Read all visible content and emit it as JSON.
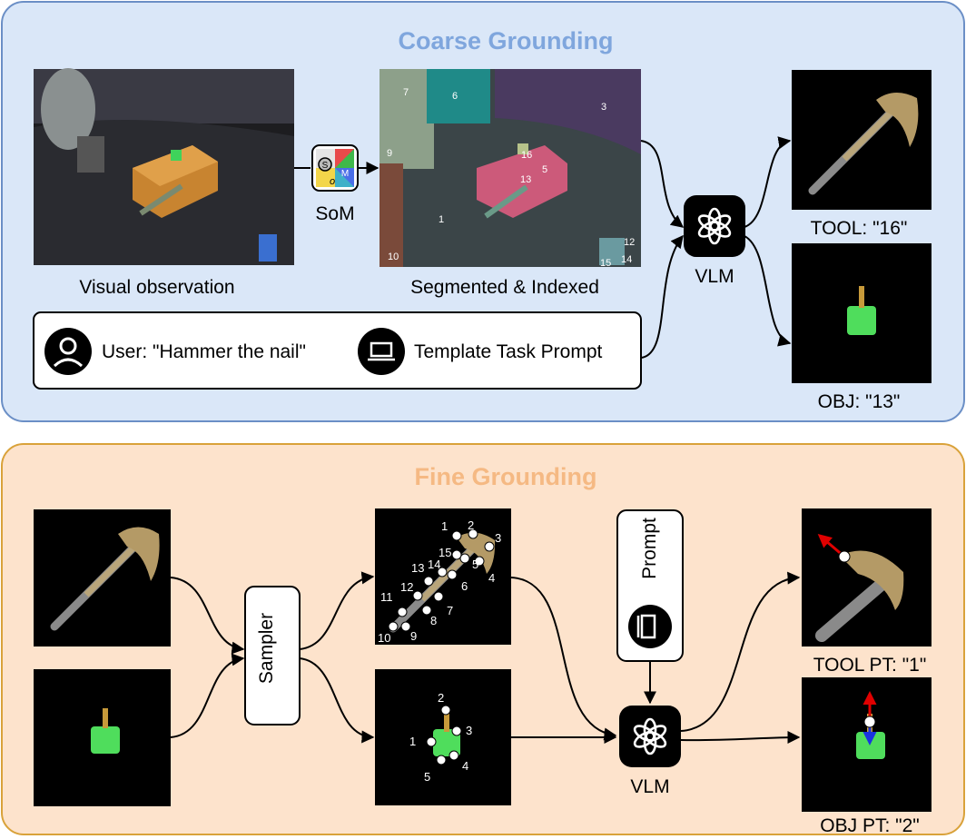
{
  "coarse": {
    "title": "Coarse Grounding",
    "title_color": "#7fa6dd",
    "panel_fill": "#dae7f8",
    "panel_stroke": "#6b8fc6",
    "visual_label": "Visual observation",
    "segmented_label": "Segmented & Indexed",
    "som_label": "SoM",
    "som_letters": [
      "S",
      "o",
      "M"
    ],
    "vlm_label": "VLM",
    "user_prompt": "User: \"Hammer the nail\"",
    "template_prompt": "Template Task Prompt",
    "tool_label": "TOOL: \"16\"",
    "obj_label": "OBJ: \"13\"",
    "segment_indices": [
      "7",
      "6",
      "3",
      "9",
      "16",
      "5",
      "13",
      "1",
      "12",
      "10",
      "15",
      "14"
    ]
  },
  "fine": {
    "title": "Fine Grounding",
    "title_color": "#f5b983",
    "panel_fill": "#fde3cc",
    "panel_stroke": "#d9a23a",
    "sampler_label": "Sampler",
    "prompt_label": "Prompt",
    "vlm_label": "VLM",
    "tool_pt_label": "TOOL PT: \"1\"",
    "obj_pt_label": "OBJ PT: \"2\"",
    "tool_points": [
      "1",
      "2",
      "3",
      "4",
      "5",
      "6",
      "7",
      "8",
      "9",
      "10",
      "11",
      "12",
      "13",
      "14",
      "15"
    ],
    "obj_points": [
      "1",
      "2",
      "3",
      "4",
      "5"
    ]
  },
  "icons": [
    "openai-logo-icon",
    "user-icon",
    "laptop-icon",
    "tablet-icon"
  ]
}
